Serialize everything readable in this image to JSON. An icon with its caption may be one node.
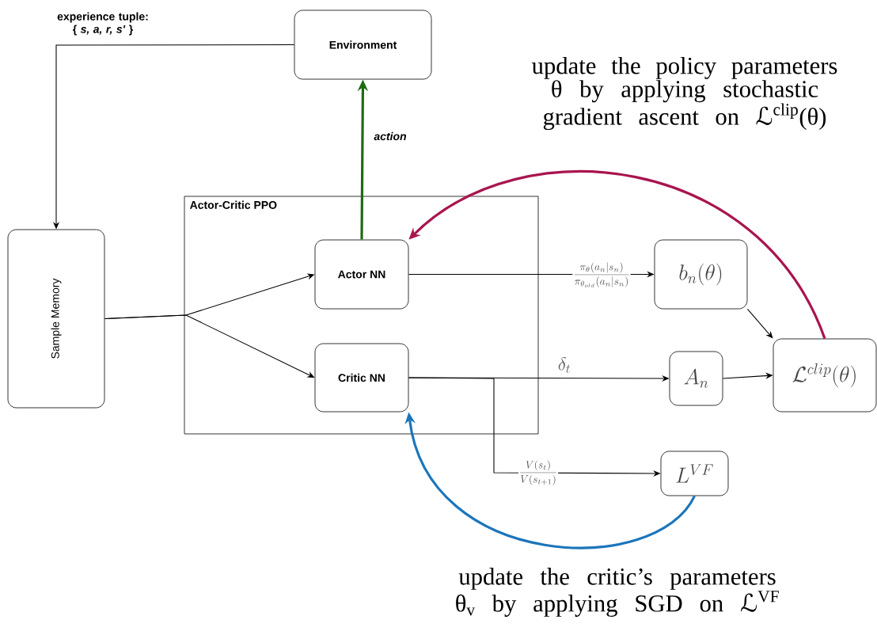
{
  "diagram": {
    "nodes": [
      {
        "text": [
          "Environment"
        ]
      },
      {
        "text": [
          "Sample Memory"
        ]
      },
      {
        "text": [
          "Actor-Critic PPO"
        ]
      },
      {
        "text": [
          "Actor NN"
        ],
        "in": 2
      },
      {
        "text": [
          "Critic NN"
        ],
        "in": 2
      },
      {
        "text": [
          "b_n(\\theta)"
        ]
      },
      {
        "text": [
          "A_n"
        ]
      },
      {
        "text": [
          "\\mathcal{L}^{clip}(\\theta)"
        ]
      },
      {
        "text": [
          "L^{VF}"
        ]
      }
    ],
    "edges": [
      {
        "from": 0,
        "to": 1,
        "arrow": "to",
        "label": "experience tuple: { *s, a, r, s'* }"
      },
      {
        "from": 1,
        "to": 3,
        "arrow": "to"
      },
      {
        "from": 1,
        "to": 4,
        "arrow": "to"
      },
      {
        "from": 3,
        "to": 0,
        "arrow": "to",
        "label": "action",
        "style": "thick",
        "color": "#1e6b12"
      },
      {
        "from": 3,
        "to": 5,
        "arrow": "to",
        "label": "\\frac{\\pi_{\\theta}(a_n|s_n)}{\\pi_{\\theta_{old}}(a_n|s_n)}"
      },
      {
        "from": 4,
        "to": 6,
        "arrow": "to",
        "label": "\\delta_t"
      },
      {
        "from": 4,
        "to": 8,
        "arrow": "to",
        "label": "\\frac{V(s_t)}{V(s_{t+1})}"
      },
      {
        "from": 5,
        "to": 7,
        "arrow": "to"
      },
      {
        "from": 6,
        "to": 7,
        "arrow": "to"
      },
      {
        "from": 7,
        "to": 3,
        "arrow": "to",
        "style": "thick",
        "color": "#a8154f"
      },
      {
        "from": 8,
        "to": 4,
        "arrow": "to",
        "style": "thick",
        "color": "#1b75bb"
      }
    ],
    "labels": [
      "update the policy parameters θ by applying stochastic gradient ascent on ℒ$^{clip}$(θ)",
      "update the critic’s parameters θ$_{v}$ by applying SGD on ℒ$^{VF}$"
    ]
  }
}
